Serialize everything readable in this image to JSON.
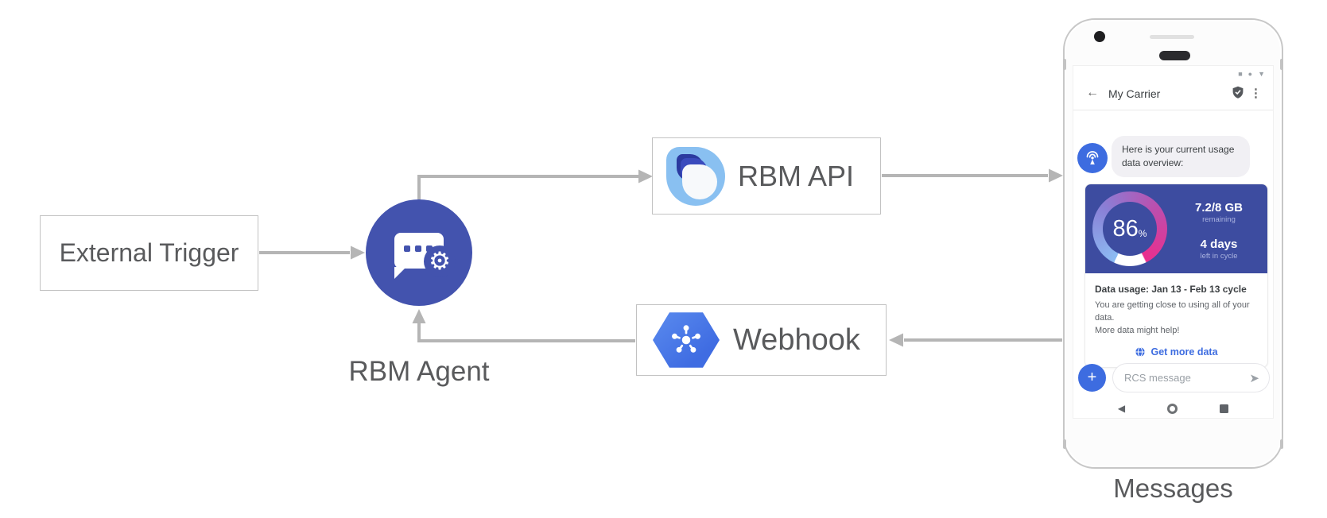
{
  "diagram": {
    "external_trigger_label": "External Trigger",
    "rbm_agent_label": "RBM Agent",
    "rbm_api_label": "RBM API",
    "webhook_label": "Webhook",
    "phone_caption": "Messages"
  },
  "phone": {
    "status_icons": [
      "■",
      "●",
      "▼"
    ],
    "header": {
      "back_icon": "←",
      "title": "My Carrier",
      "menu_icon": "⋮"
    },
    "chat": {
      "agent_message": "Here is your current usage data overview:",
      "usage_card": {
        "percent": 86,
        "percent_value": "86",
        "percent_unit": "%",
        "remaining_value": "7.2/8 GB",
        "remaining_label": "remaining",
        "cycle_value": "4 days",
        "cycle_label": "left in cycle",
        "title": "Data usage: Jan 13 - Feb 13 cycle",
        "body_lines": [
          "You are getting close to using all of your data.",
          "More data might help!"
        ],
        "action_label": "Get more data"
      }
    },
    "composer": {
      "plus_icon": "+",
      "placeholder": "RCS message",
      "send_icon": "➤"
    },
    "nav": {
      "back_icon": "◀"
    }
  },
  "icons": {
    "gear": "⚙"
  },
  "colors": {
    "accent_blue": "#3d6ce0",
    "agent_indigo": "#4353ae",
    "card_indigo": "#3d4ca0",
    "connector_gray": "#b5b5b5",
    "label_gray": "#595a5c",
    "gauge_gradient": [
      "#8cbcf3",
      "#8a7fd6",
      "#bb4fae",
      "#ea2e8d"
    ]
  }
}
